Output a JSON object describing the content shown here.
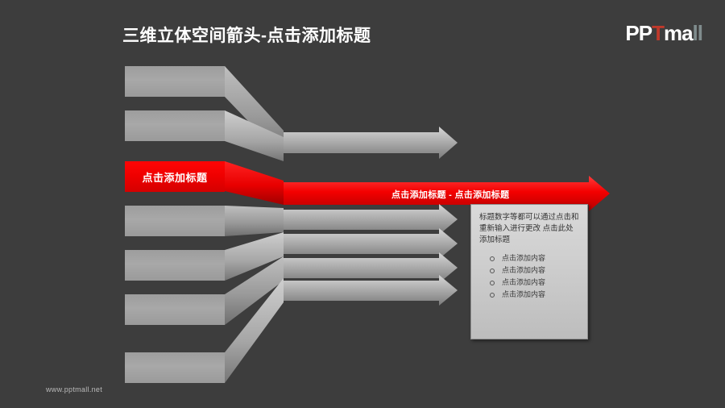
{
  "slide": {
    "title": "三维立体空间箭头-点击添加标题",
    "background_color": "#3d3d3d",
    "footer": "www.pptmall.net",
    "logo": {
      "part1": "PP",
      "part2": "T",
      "part3": "ma",
      "part4": "ll"
    }
  },
  "left_blocks": [
    {
      "label": "",
      "highlight": false
    },
    {
      "label": "",
      "highlight": false
    },
    {
      "label": "点击添加标题",
      "highlight": true
    },
    {
      "label": "",
      "highlight": false
    },
    {
      "label": "",
      "highlight": false
    },
    {
      "label": "",
      "highlight": false
    },
    {
      "label": "",
      "highlight": false
    }
  ],
  "arrows": [
    {
      "label": "",
      "highlight": false
    },
    {
      "label": "点击添加标题 - 点击添加标题",
      "highlight": true
    },
    {
      "label": "",
      "highlight": false
    },
    {
      "label": "",
      "highlight": false
    },
    {
      "label": "",
      "highlight": false
    },
    {
      "label": "",
      "highlight": false
    }
  ],
  "info_panel": {
    "paragraph": "标题数字等都可以通过点击和重新输入进行更改 点击此处添加标题",
    "bullets": [
      "点击添加内容",
      "点击添加内容",
      "点击添加内容",
      "点击添加内容"
    ]
  },
  "colors": {
    "accent_red": "#ff0000",
    "gray_block": "#a3a3a3",
    "background": "#3d3d3d"
  }
}
